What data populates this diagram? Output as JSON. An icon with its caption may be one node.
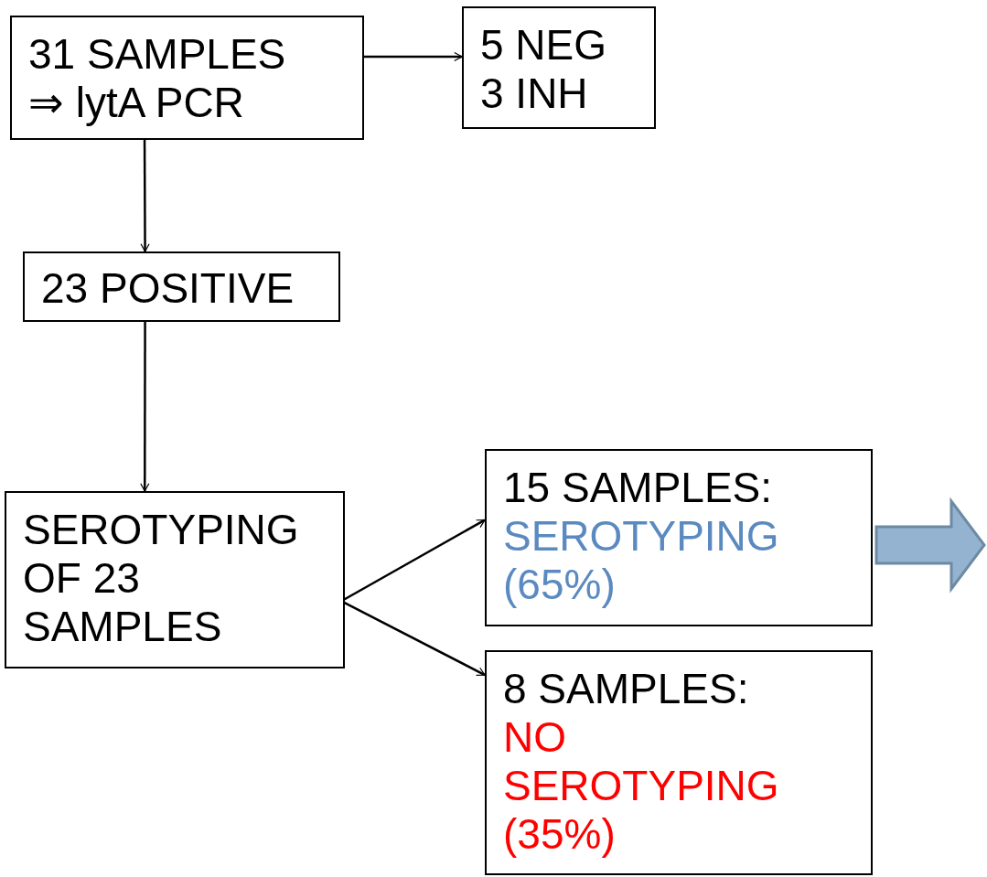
{
  "diagram": {
    "nodes": [
      {
        "text": [
          "31 SAMPLES",
          "⇒ lytA PCR"
        ]
      },
      {
        "text": [
          "5 NEG",
          "3 INH"
        ]
      },
      {
        "text": [
          "23 POSITIVE"
        ]
      },
      {
        "text": [
          "SEROTYPING OF 23 SAMPLES"
        ]
      },
      {
        "text": [
          "15 SAMPLES:",
          "SEROTYPING (65%)"
        ]
      },
      {
        "text": [
          "8 SAMPLES:",
          "NO SEROTYPING (35%)"
        ]
      }
    ],
    "edges": [
      {
        "from": 0,
        "to": 1,
        "arrow": "to"
      },
      {
        "from": 0,
        "to": 2,
        "arrow": "to"
      },
      {
        "from": 2,
        "to": 3,
        "arrow": "to"
      },
      {
        "from": 3,
        "to": 4,
        "arrow": "to"
      },
      {
        "from": 3,
        "to": 5,
        "arrow": "to"
      },
      {
        "from": 4,
        "to": null,
        "arrow": "to",
        "style": "thick",
        "color": "#93b3d0"
      }
    ]
  }
}
